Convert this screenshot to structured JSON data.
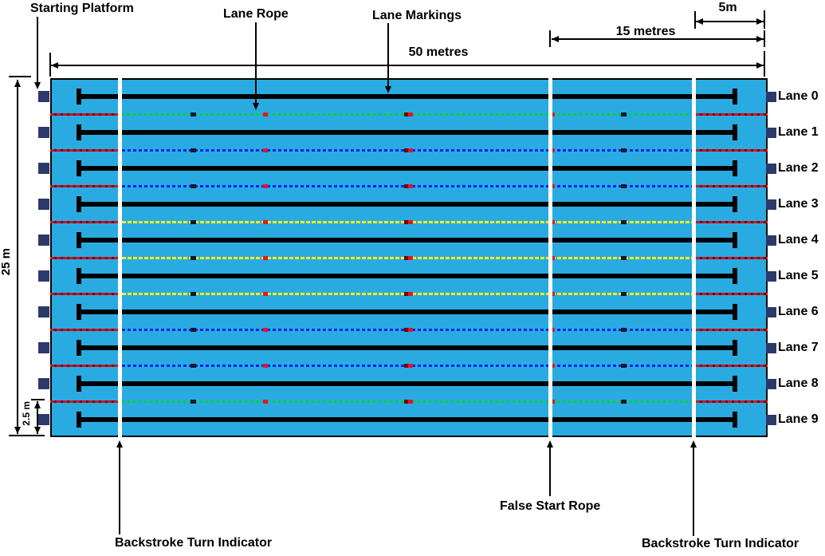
{
  "annotations": {
    "starting_platform": "Starting Platform",
    "lane_rope": "Lane Rope",
    "lane_markings": "Lane Markings",
    "false_start_rope": "False Start Rope",
    "backstroke_turn_indicator_left": "Backstroke Turn Indicator",
    "backstroke_turn_indicator_right": "Backstroke Turn Indicator"
  },
  "dimensions": {
    "pool_length": "50 metres",
    "false_start_rope_distance": "15 metres",
    "backstroke_indicator_distance": "5m",
    "pool_width": "25 m",
    "lane_width": "2.5 m"
  },
  "lanes": [
    {
      "label": "Lane 0"
    },
    {
      "label": "Lane 1"
    },
    {
      "label": "Lane 2"
    },
    {
      "label": "Lane 3"
    },
    {
      "label": "Lane 4"
    },
    {
      "label": "Lane 5"
    },
    {
      "label": "Lane 6"
    },
    {
      "label": "Lane 7"
    },
    {
      "label": "Lane 8"
    },
    {
      "label": "Lane 9"
    }
  ],
  "lane_ropes": [
    {
      "color_name": "green",
      "color": "#00d90e"
    },
    {
      "color_name": "blue",
      "color": "#0b24f0"
    },
    {
      "color_name": "blue",
      "color": "#0b24f0"
    },
    {
      "color_name": "yellow",
      "color": "#f8ef0e"
    },
    {
      "color_name": "yellow",
      "color": "#f8ef0e"
    },
    {
      "color_name": "yellow",
      "color": "#f8ef0e"
    },
    {
      "color_name": "blue",
      "color": "#0b24f0"
    },
    {
      "color_name": "blue",
      "color": "#0b24f0"
    },
    {
      "color_name": "green",
      "color": "#00d90e"
    }
  ],
  "colors": {
    "pool_water": "#29abe2",
    "pool_border": "#000000",
    "starting_platform": "#2b3a6b",
    "lane_marking": "#000000",
    "rope_end_red_bright": "#d41020",
    "rope_end_red_dark": "#6e000a",
    "rope_mark_red": "#e8112d",
    "rope_mark_dark": "#14142e",
    "indicator_line_white": "#ffffff"
  }
}
